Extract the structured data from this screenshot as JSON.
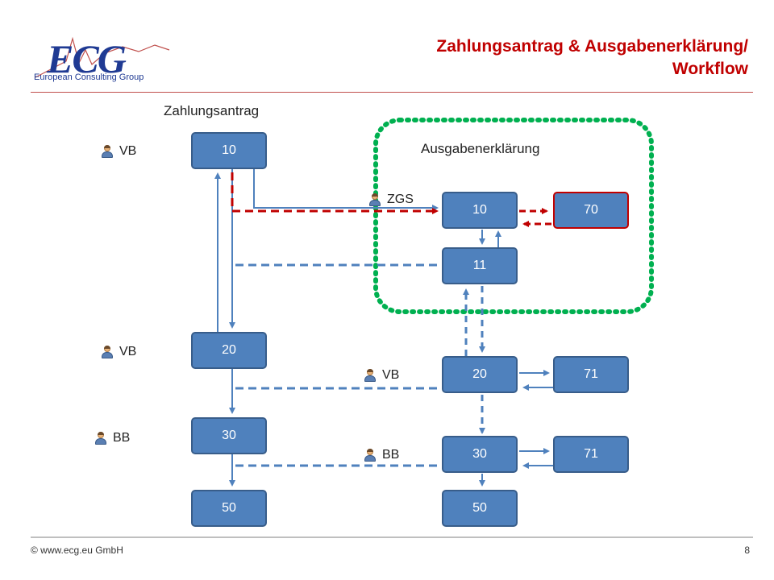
{
  "header": {
    "title_line1": "Zahlungsantrag & Ausgabenerklärung/",
    "title_line2": "Workflow",
    "logo_text": "ECG",
    "logo_subtitle": "European Consulting Group"
  },
  "sections": {
    "left_label": "Zahlungsantrag",
    "right_label": "Ausgabenerklärung"
  },
  "boxes": {
    "za_10": "10",
    "za_20": "20",
    "za_30": "30",
    "za_50": "50",
    "ae_10": "10",
    "ae_70": "70",
    "ae_11": "11",
    "ae_20": "20",
    "ae_71a": "71",
    "ae_30": "30",
    "ae_71b": "71",
    "ae_50": "50"
  },
  "roles": {
    "vb_top": "VB",
    "vb_mid": "VB",
    "bb_left": "BB",
    "zgs": "ZGS",
    "vb_right": "VB",
    "bb_right": "BB"
  },
  "colors": {
    "title": "#c00000",
    "box_fill": "#4f81bd",
    "box_border": "#385d8a",
    "highlight_border": "#c00000",
    "dashed_blue": "#4f81bd",
    "dashed_red": "#c00000",
    "group_dotted": "#00b050"
  },
  "footer": {
    "copyright": "© www.ecg.eu GmbH",
    "page_number": "8"
  }
}
